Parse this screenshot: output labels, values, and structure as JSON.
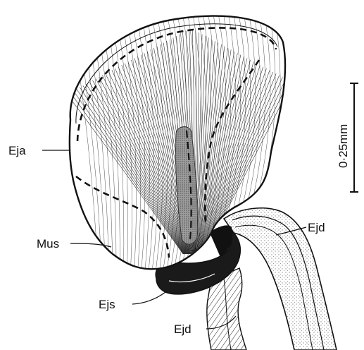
{
  "labels": {
    "eja": "Eja",
    "mus": "Mus",
    "ejs": "Ejs",
    "ejd_upper": "Ejd",
    "ejd_lower": "Ejd"
  },
  "scale_bar": {
    "label": "0·25mm"
  },
  "colors": {
    "ink": "#111111",
    "paper": "#ffffff",
    "stipple": "#9a9a9a"
  }
}
